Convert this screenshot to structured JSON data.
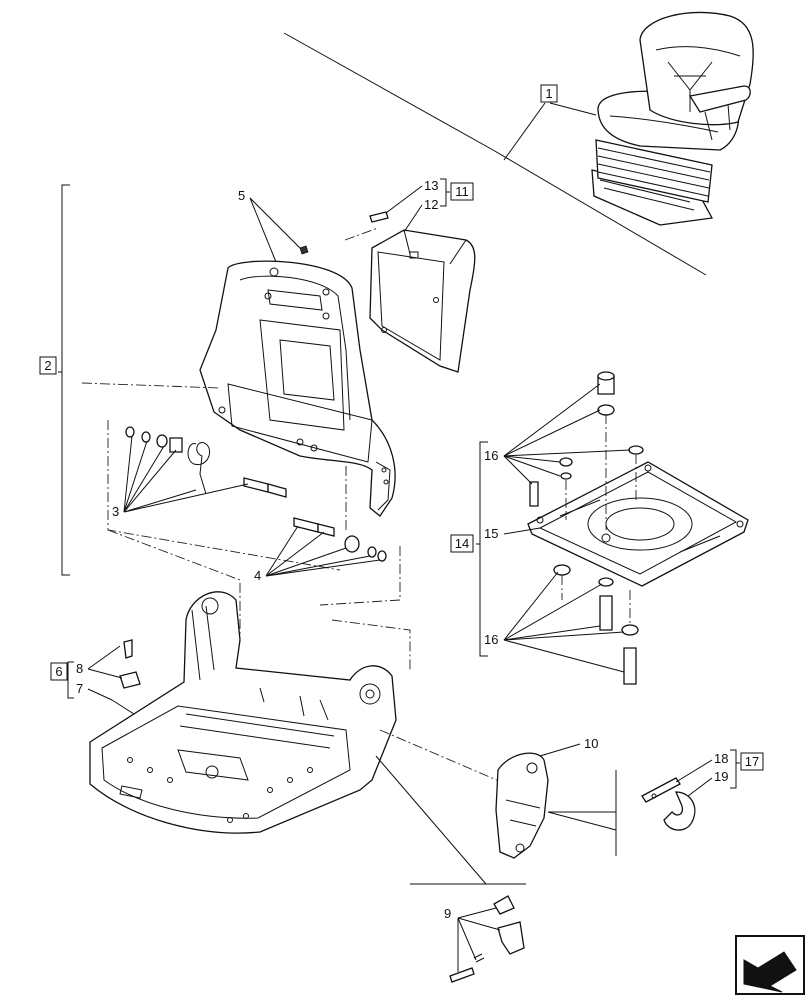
{
  "callouts": {
    "c1": "1",
    "c2": "2",
    "c3": "3",
    "c4": "4",
    "c5": "5",
    "c6": "6",
    "c7": "7",
    "c8": "8",
    "c9": "9",
    "c10": "10",
    "c11": "11",
    "c12": "12",
    "c13": "13",
    "c14": "14",
    "c15": "15",
    "c16a": "16",
    "c16b": "16",
    "c17": "17",
    "c18": "18",
    "c19": "19"
  },
  "icons": {
    "nav": "arrow-back-icon"
  }
}
